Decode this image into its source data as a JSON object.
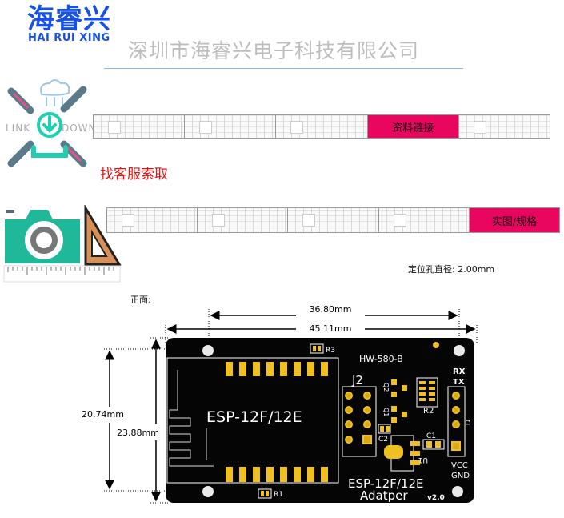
{
  "brand": {
    "logo_cn": "海睿兴",
    "logo_en": "HAI RUI XING",
    "company": "深圳市海睿兴电子科技有限公司"
  },
  "links_section": {
    "icon_left_label": "LINK",
    "icon_right_label": "DOWN",
    "strip_label": "资料链接",
    "service_note": "找客服索取"
  },
  "photos_section": {
    "strip_label": "实图/规格",
    "hole_note": "定位孔直径: 2.00mm",
    "front_label": "正面:"
  },
  "dimensions": {
    "hole_span": "36.80mm",
    "board_width": "45.11mm",
    "hole_height": "20.74mm",
    "board_height": "23.88mm"
  },
  "pcb": {
    "model": "HW-580-B",
    "module_label": "ESP-12F/12E",
    "connector": "J2",
    "pins_top": [
      "RX",
      "TX"
    ],
    "pins_bottom": [
      "VCC",
      "GND"
    ],
    "parts": {
      "r1": "R1",
      "r2": "R2",
      "r3": "R3",
      "c1": "C1",
      "c2": "C2",
      "q1": "Q1",
      "q2": "Q2",
      "u1": "U1",
      "t1": "T1"
    },
    "footer_line1": "ESP-12F/12E",
    "footer_line2": "Adatper",
    "version": "v2.0"
  },
  "colors": {
    "brand_blue": "#1650e6",
    "accent_pink": "#e8065f",
    "pcb_black": "#050505",
    "pad_gold": "#f0c020",
    "camera_teal": "#1fb99a"
  }
}
